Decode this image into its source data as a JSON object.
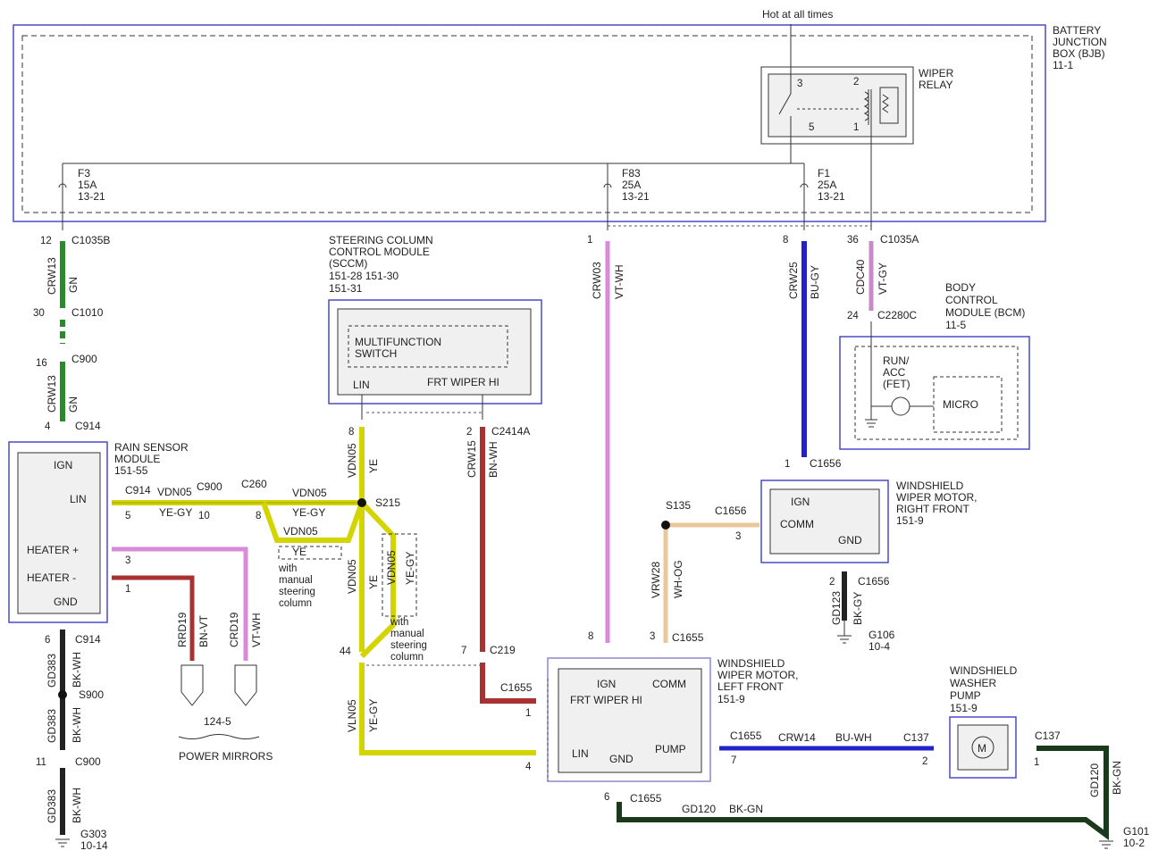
{
  "header": {
    "hot": "Hot at all times"
  },
  "bjb": {
    "l1": "BATTERY",
    "l2": "JUNCTION",
    "l3": "BOX (BJB)",
    "ref": "11-1"
  },
  "relay": {
    "l1": "WIPER",
    "l2": "RELAY",
    "p2": "2",
    "p3": "3",
    "p5": "5",
    "p1": "1"
  },
  "fuses": {
    "f3": {
      "name": "F3",
      "amp": "15A",
      "ref": "13-21"
    },
    "f83": {
      "name": "F83",
      "amp": "25A",
      "ref": "13-21"
    },
    "f1": {
      "name": "F1",
      "amp": "25A",
      "ref": "13-21"
    }
  },
  "connectors": {
    "c1035b": "C1035B",
    "c1010": "C1010",
    "c900": "C900",
    "c914": "C914",
    "c1035a": "C1035A",
    "c2280c": "C2280C",
    "c1656": "C1656",
    "c2414a": "C2414A",
    "c219": "C219",
    "c1655": "C1655",
    "c260": "C260",
    "c137": "C137",
    "s215": "S215",
    "s135": "S135",
    "s900": "S900"
  },
  "pins": {
    "p12": "12",
    "p30": "30",
    "p16": "16",
    "p4": "4",
    "p6": "6",
    "p11": "11",
    "p1": "1",
    "p8": "8",
    "p36": "36",
    "p24": "24",
    "p2": "2",
    "p3": "3",
    "p5": "5",
    "p10": "10",
    "p7": "7",
    "p44": "44"
  },
  "wires": {
    "crw13": "CRW13",
    "gn": "GN",
    "crw03": "CRW03",
    "vtwh": "VT-WH",
    "crw25": "CRW25",
    "bugy": "BU-GY",
    "cdc40": "CDC40",
    "vtgy": "VT-GY",
    "vdn05": "VDN05",
    "ye": "YE",
    "yegy": "YE-GY",
    "crw15": "CRW15",
    "bnwh": "BN-WH",
    "vln05": "VLN05",
    "vrw28": "VRW28",
    "whog": "WH-OG",
    "gd123": "GD123",
    "bkgy": "BK-GY",
    "gd383": "GD383",
    "bkwh": "BK-WH",
    "rrd19": "RRD19",
    "bnvt": "BN-VT",
    "crd19": "CRD19",
    "crw14": "CRW14",
    "buwh": "BU-WH",
    "gd120": "GD120",
    "bkgn": "BK-GN"
  },
  "sccm": {
    "l1": "STEERING COLUMN",
    "l2": "CONTROL MODULE",
    "l3": "(SCCM)",
    "r1": "151-28  151-30",
    "r2": "151-31",
    "sw1": "MULTIFUNCTION",
    "sw2": "SWITCH",
    "lin": "LIN",
    "fwh": "FRT WIPER HI"
  },
  "bcm": {
    "l1": "BODY",
    "l2": "CONTROL",
    "l3": "MODULE (BCM)",
    "ref": "11-5",
    "run": "RUN/",
    "acc": "ACC",
    "fet": "(FET)",
    "micro": "MICRO"
  },
  "rain": {
    "l1": "RAIN SENSOR",
    "l2": "MODULE",
    "ref": "151-55",
    "ign": "IGN",
    "lin": "LIN",
    "hp": "HEATER +",
    "hm": "HEATER -",
    "gnd": "GND"
  },
  "wmr": {
    "l1": "WINDSHIELD",
    "l2": "WIPER MOTOR,",
    "l3": "RIGHT FRONT",
    "ref": "151-9",
    "ign": "IGN",
    "comm": "COMM",
    "gnd": "GND"
  },
  "wml": {
    "l1": "WINDSHIELD",
    "l2": "WIPER MOTOR,",
    "l3": "LEFT FRONT",
    "ref": "151-9",
    "ign": "IGN",
    "comm": "COMM",
    "fwh": "FRT WIPER HI",
    "lin": "LIN",
    "gnd": "GND",
    "pump": "PUMP"
  },
  "washer": {
    "l1": "WINDSHIELD",
    "l2": "WASHER",
    "l3": "PUMP",
    "ref": "151-9",
    "m": "M"
  },
  "grounds": {
    "g106": "G106",
    "g106r": "10-4",
    "g303": "G303",
    "g303r": "10-14",
    "g101": "G101",
    "g101r": "10-2"
  },
  "mirrors": {
    "ref": "124-5",
    "label": "POWER MIRRORS"
  },
  "manual": {
    "l1": "with",
    "l2": "manual",
    "l3": "steering",
    "l4": "column"
  }
}
